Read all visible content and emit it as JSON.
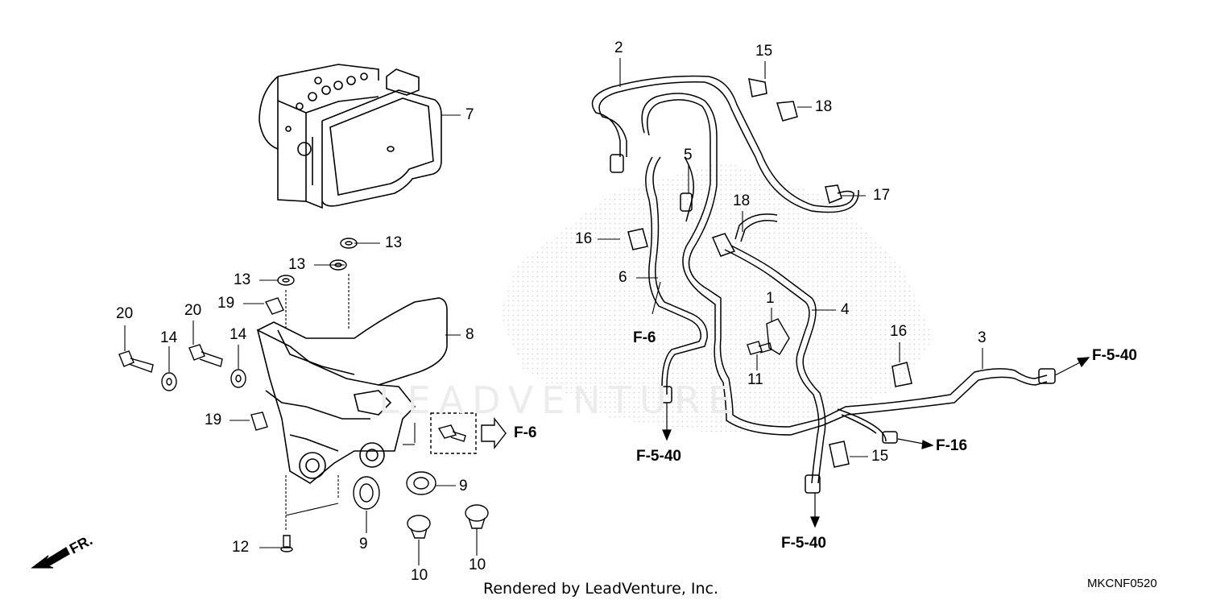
{
  "watermark": "LEADVENTURE",
  "footer": {
    "credit": "Rendered by LeadVenture, Inc.",
    "code": "MKCNF0520"
  },
  "direction_label": "FR.",
  "callouts": {
    "c1": "1",
    "c2": "2",
    "c3": "3",
    "c4": "4",
    "c5": "5",
    "c6": "6",
    "c7": "7",
    "c8": "8",
    "c9a": "9",
    "c9b": "9",
    "c10a": "10",
    "c10b": "10",
    "c11": "11",
    "c12": "12",
    "c13a": "13",
    "c13b": "13",
    "c13c": "13",
    "c14a": "14",
    "c14b": "14",
    "c15a": "15",
    "c15b": "15",
    "c16a": "16",
    "c16b": "16",
    "c17": "17",
    "c18a": "18",
    "c18b": "18",
    "c19a": "19",
    "c19b": "19",
    "c20a": "20",
    "c20b": "20"
  },
  "refs": {
    "r_f6_bracket": "F-6",
    "r_f6_hose": "F-6",
    "r_f540_left": "F-5-40",
    "r_f540_bottom": "F-5-40",
    "r_f540_right": "F-5-40",
    "r_f16": "F-16"
  },
  "colors": {
    "line": "#000000",
    "stipple": "#c8c8c8",
    "watermark": "#ececec"
  }
}
